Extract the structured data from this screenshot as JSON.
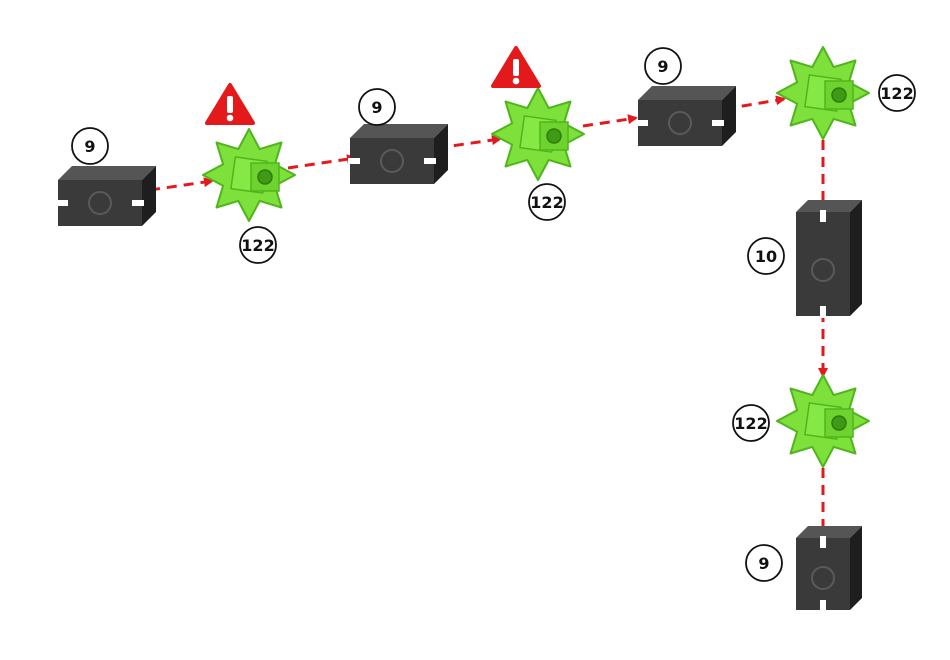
{
  "colors": {
    "connector": "#3a3a3a",
    "connector_dark": "#1e1e1e",
    "hub": "#7ee03a",
    "hub_dark": "#4fb51c",
    "arrow": "#e3191c",
    "warning": "#e3191c"
  },
  "parts": [
    {
      "id": "p1",
      "kind": "connector",
      "orient": "h",
      "label": "9"
    },
    {
      "id": "p2",
      "kind": "hub",
      "label": "122",
      "warning": true
    },
    {
      "id": "p3",
      "kind": "connector",
      "orient": "h",
      "label": "9"
    },
    {
      "id": "p4",
      "kind": "hub",
      "label": "122",
      "warning": true
    },
    {
      "id": "p5",
      "kind": "connector",
      "orient": "h",
      "label": "9"
    },
    {
      "id": "p6",
      "kind": "hub",
      "label": "122",
      "warning": false
    },
    {
      "id": "p7",
      "kind": "connector",
      "orient": "v-long",
      "label": "10"
    },
    {
      "id": "p8",
      "kind": "hub",
      "label": "122",
      "warning": false
    },
    {
      "id": "p9",
      "kind": "connector",
      "orient": "v",
      "label": "9"
    }
  ],
  "icons": {
    "warning": "warning-triangle-icon"
  }
}
